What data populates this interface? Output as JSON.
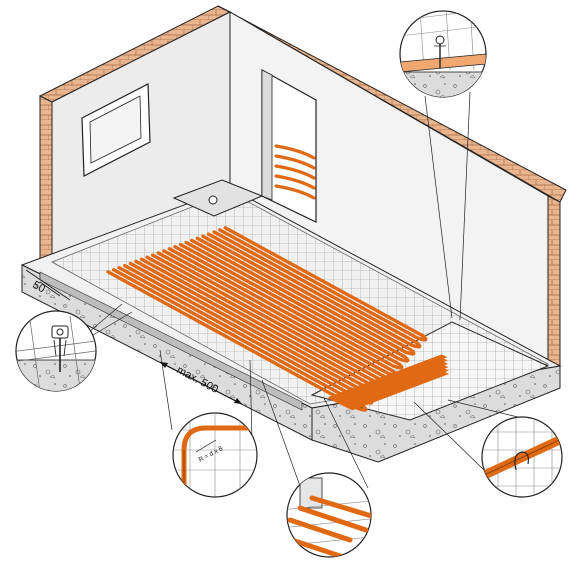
{
  "diagram": {
    "subject": "underfloor heating installation cutaway",
    "colors": {
      "brick": "#e8b58f",
      "brick_line": "#a86a45",
      "wall": "#ececec",
      "wall_side": "#d9d9d9",
      "floor_top": "#efefef",
      "concrete": "#dcdcdc",
      "mesh": "#8a8a8a",
      "pipe": "#e06a14",
      "pipe_edge": "#5a2a08",
      "insulation": "#bdbdbd",
      "line": "#222222"
    },
    "labels": {
      "edge_distance": "50",
      "pipe_spacing": "max. 500",
      "bend_radius": "R = d x 8"
    },
    "detail_callouts": [
      {
        "name": "mesh-clip-detail",
        "icon": "clip-on-mesh-icon"
      },
      {
        "name": "bend-radius-detail",
        "icon": "pipe-bend-icon"
      },
      {
        "name": "door-pipe-crossing-detail",
        "icon": "pipe-crossing-icon"
      },
      {
        "name": "pipe-tie-detail",
        "icon": "pipe-tie-icon"
      },
      {
        "name": "wall-insulation-strip-detail",
        "icon": "edge-insulation-icon"
      }
    ]
  }
}
